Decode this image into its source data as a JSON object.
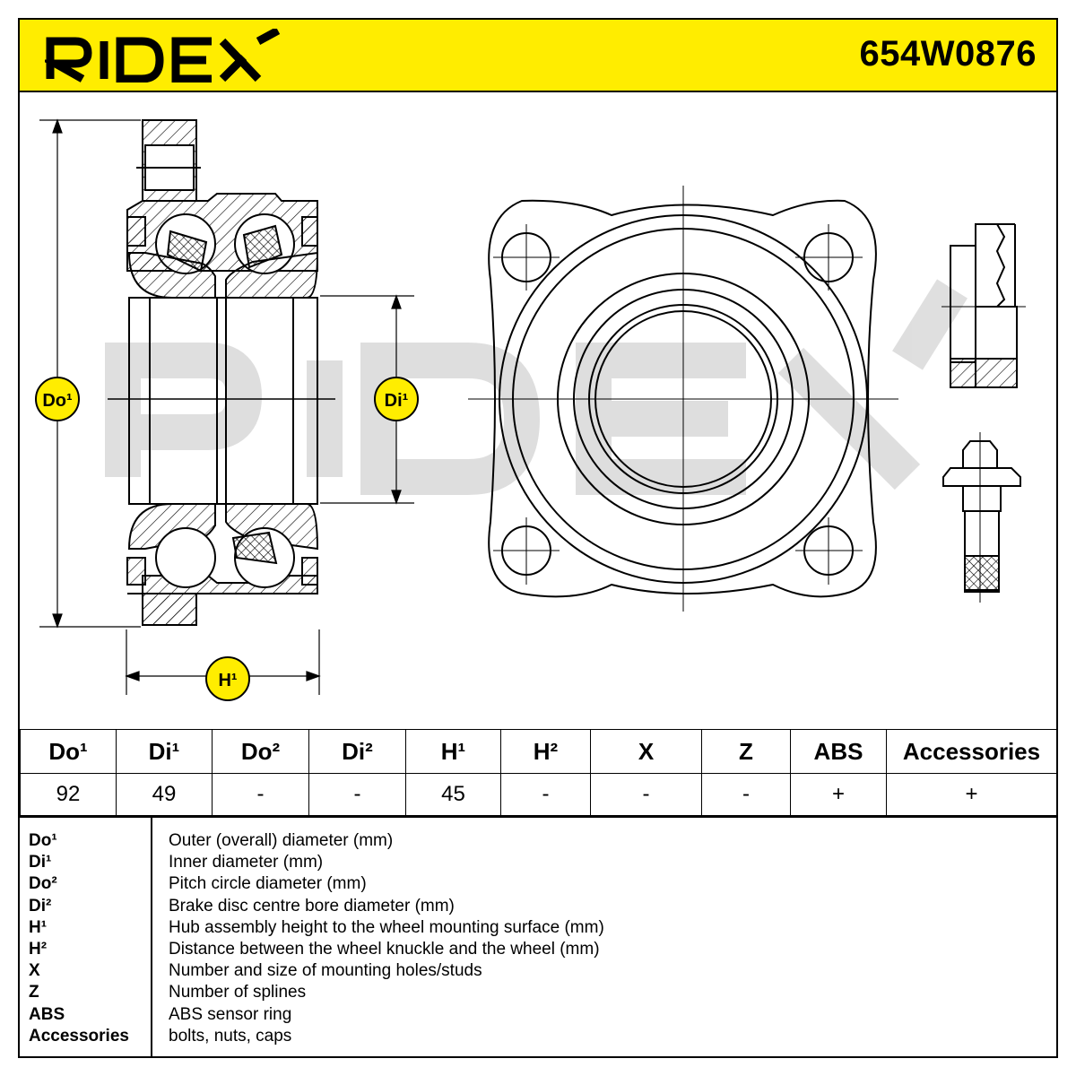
{
  "header": {
    "brand": "RIDEX",
    "part_number": "654W0876",
    "brand_color": "#ffed00"
  },
  "drawing": {
    "label_do": "Do¹",
    "label_di": "Di¹",
    "label_h": "H¹",
    "watermark": "RIDEX"
  },
  "specs": {
    "headers": [
      "Do¹",
      "Di¹",
      "Do²",
      "Di²",
      "H¹",
      "H²",
      "X",
      "Z",
      "ABS",
      "Accessories"
    ],
    "values": [
      "92",
      "49",
      "-",
      "-",
      "45",
      "-",
      "-",
      "-",
      "+",
      "+"
    ]
  },
  "legend": {
    "items": [
      {
        "key": "Do¹",
        "desc": "Outer (overall) diameter (mm)"
      },
      {
        "key": "Di¹",
        "desc": "Inner diameter (mm)"
      },
      {
        "key": "Do²",
        "desc": "Pitch circle diameter (mm)"
      },
      {
        "key": "Di²",
        "desc": "Brake disc centre bore diameter (mm)"
      },
      {
        "key": "H¹",
        "desc": "Hub assembly height to the wheel mounting surface (mm)"
      },
      {
        "key": "H²",
        "desc": "Distance between the wheel knuckle and the wheel (mm)"
      },
      {
        "key": "X",
        "desc": "Number and size of mounting holes/studs"
      },
      {
        "key": "Z",
        "desc": "Number of splines"
      },
      {
        "key": "ABS",
        "desc": "ABS sensor ring"
      },
      {
        "key": "Accessories",
        "desc": "bolts, nuts, caps"
      }
    ]
  }
}
